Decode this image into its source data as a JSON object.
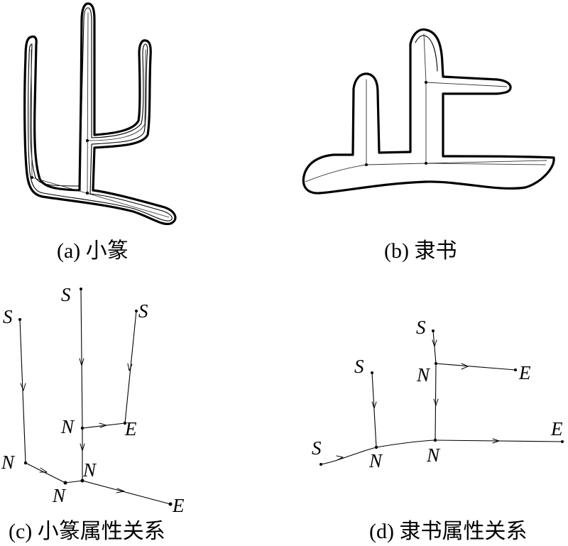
{
  "panels": {
    "a": {
      "caption": "(a) 小篆"
    },
    "b": {
      "caption": "(b) 隶书"
    },
    "c": {
      "caption": "(c) 小篆属性关系",
      "labels": {
        "s1": "S",
        "s2": "S",
        "s3": "S",
        "n1": "N",
        "n2": "N",
        "n3": "N",
        "n4": "N",
        "e1": "E",
        "e2": "E"
      }
    },
    "d": {
      "caption": "(d) 隶书属性关系",
      "labels": {
        "s1": "S",
        "s2": "S",
        "s3": "S",
        "n1": "N",
        "n2": "N",
        "n3": "N",
        "e1": "E",
        "e2": "E"
      }
    }
  }
}
